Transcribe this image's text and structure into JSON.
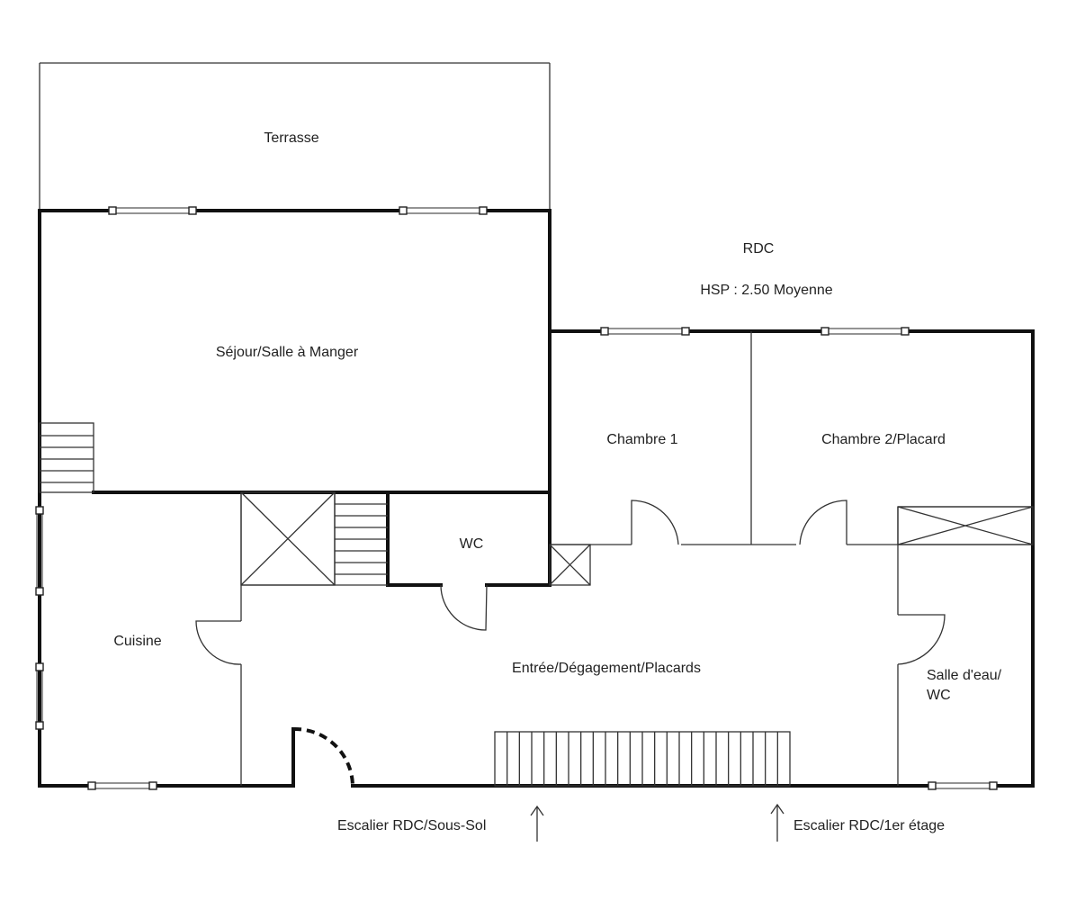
{
  "plan": {
    "level": "RDC",
    "ceiling_height": "HSP : 2.50 Moyenne",
    "rooms": {
      "terrace": "Terrasse",
      "living": "Séjour/Salle à Manger",
      "bedroom1": "Chambre 1",
      "bedroom2": "Chambre 2/Placard",
      "wc": "WC",
      "kitchen": "Cuisine",
      "entry": "Entrée/Dégagement/Placards",
      "bathroom_line1": "Salle d'eau/",
      "bathroom_line2": "WC"
    },
    "stairs": {
      "to_basement": "Escalier RDC/Sous-Sol",
      "to_first_floor": "Escalier RDC/1er étage"
    }
  }
}
